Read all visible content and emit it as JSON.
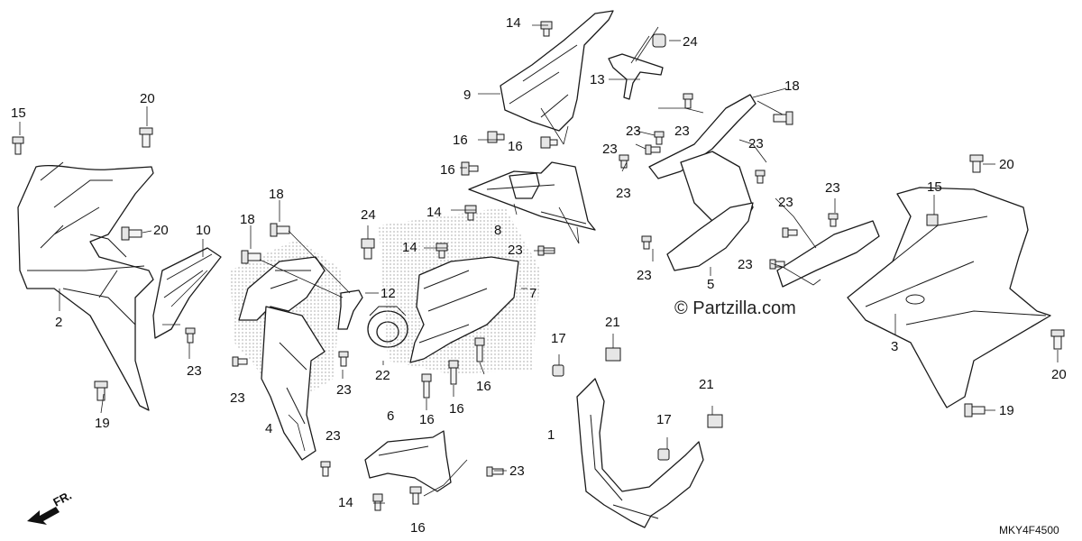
{
  "watermark": "© Partzilla.com",
  "diagram_code": "MKY4F4500",
  "front_indicator": "FR.",
  "callouts": {
    "c1": "1",
    "c2": "2",
    "c3": "3",
    "c4": "4",
    "c5": "5",
    "c6": "6",
    "c7": "7",
    "c8": "8",
    "c9": "9",
    "c10": "10",
    "c12": "12",
    "c13": "13",
    "c14a": "14",
    "c14b": "14",
    "c14c": "14",
    "c14d": "14",
    "c15a": "15",
    "c15b": "15",
    "c16a": "16",
    "c16b": "16",
    "c16c": "16",
    "c16d": "16",
    "c16e": "16",
    "c16f": "16",
    "c16g": "16",
    "c17a": "17",
    "c17b": "17",
    "c18a": "18",
    "c18b": "18",
    "c18c": "18",
    "c19a": "19",
    "c19b": "19",
    "c20a": "20",
    "c20b": "20",
    "c20c": "20",
    "c20d": "20",
    "c21a": "21",
    "c21b": "21",
    "c22": "22",
    "c23a": "23",
    "c23b": "23",
    "c23c": "23",
    "c23d": "23",
    "c23e": "23",
    "c23f": "23",
    "c23g": "23",
    "c23h": "23",
    "c23i": "23",
    "c23j": "23",
    "c23k": "23",
    "c23l": "23",
    "c23m": "23",
    "c23n": "23",
    "c23o": "23",
    "c24a": "24",
    "c24b": "24"
  }
}
